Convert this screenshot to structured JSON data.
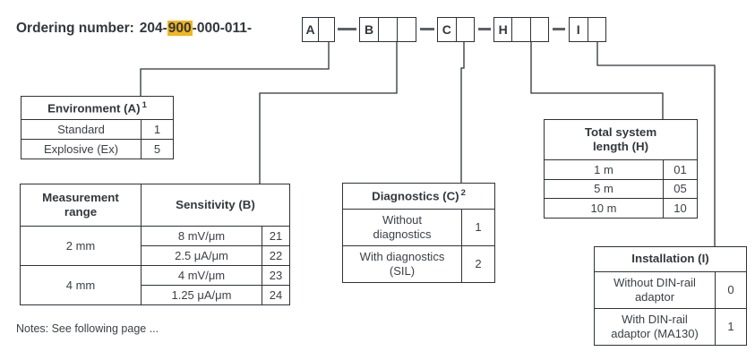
{
  "title": {
    "label": "Ordering number:",
    "code_prefix": "204-",
    "code_highlight": "900",
    "code_suffix": "-000-011-"
  },
  "code_boxes": [
    {
      "letter": "A"
    },
    {
      "letter": "B"
    },
    {
      "letter": "C"
    },
    {
      "letter": "H"
    },
    {
      "letter": "I"
    }
  ],
  "tables": {
    "environment": {
      "header": "Environment (A)",
      "superscript": "1",
      "rows": [
        [
          "Standard",
          "1"
        ],
        [
          "Explosive (Ex)",
          "5"
        ]
      ]
    },
    "sensitivity": {
      "range_header": "Measurement range",
      "header": "Sensitivity (B)",
      "groups": [
        {
          "range": "2 mm",
          "options": [
            [
              "8 mV/μm",
              "21"
            ],
            [
              "2.5 μA/μm",
              "22"
            ]
          ]
        },
        {
          "range": "4 mm",
          "options": [
            [
              "4 mV/μm",
              "23"
            ],
            [
              "1.25 μA/μm",
              "24"
            ]
          ]
        }
      ]
    },
    "diagnostics": {
      "header": "Diagnostics (C)",
      "superscript": "2",
      "rows": [
        [
          "Without diagnostics",
          "1"
        ],
        [
          "With diagnostics (SIL)",
          "2"
        ]
      ]
    },
    "total_length": {
      "header": "Total system length (H)",
      "rows": [
        [
          "1 m",
          "01"
        ],
        [
          "5 m",
          "05"
        ],
        [
          "10 m",
          "10"
        ]
      ]
    },
    "installation": {
      "header": "Installation (I)",
      "rows": [
        [
          "Without DIN-rail adaptor",
          "0"
        ],
        [
          "With DIN-rail adaptor (MA130)",
          "1"
        ]
      ]
    }
  },
  "notes": "Notes: See following page ...",
  "colors": {
    "highlight_background": "#f2b51d",
    "line": "#2e3237",
    "text": "#3b3f46"
  }
}
